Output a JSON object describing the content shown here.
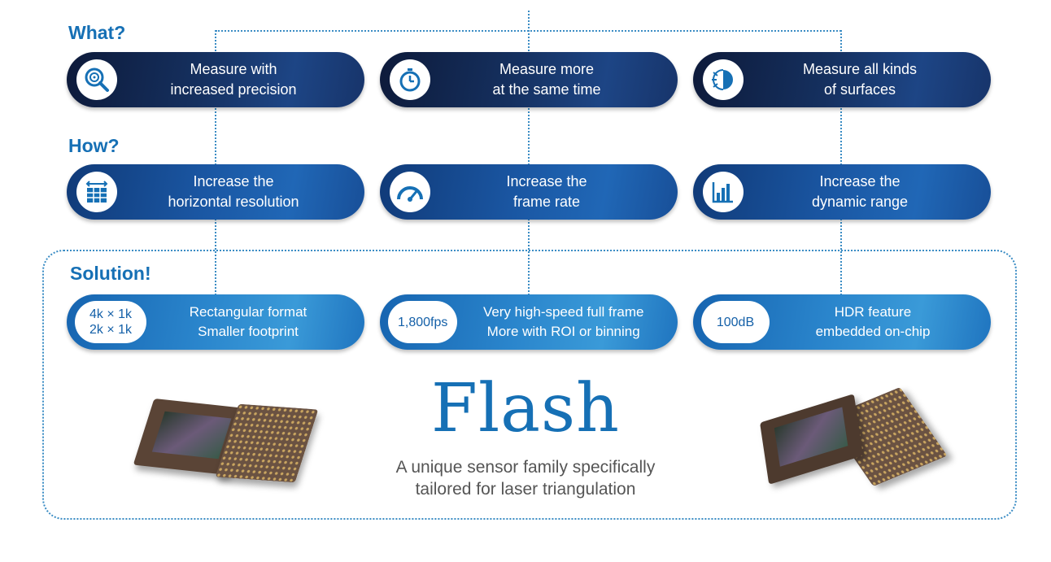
{
  "headings": {
    "what": "What?",
    "how": "How?",
    "solution": "Solution!"
  },
  "what": [
    {
      "icon": "magnifier-target-icon",
      "line1": "Measure with",
      "line2": "increased precision"
    },
    {
      "icon": "stopwatch-icon",
      "line1": "Measure more",
      "line2": "at the same time"
    },
    {
      "icon": "surface-light-icon",
      "line1": "Measure all kinds",
      "line2": "of surfaces"
    }
  ],
  "how": [
    {
      "icon": "wide-grid-icon",
      "line1": "Increase the",
      "line2": "horizontal resolution"
    },
    {
      "icon": "speedometer-icon",
      "line1": "Increase the",
      "line2": "frame rate"
    },
    {
      "icon": "bar-chart-icon",
      "line1": "Increase the",
      "line2": "dynamic range"
    }
  ],
  "solution": [
    {
      "badge1": "4k × 1k",
      "badge2": "2k × 1k",
      "line1": "Rectangular format",
      "line2": "Smaller footprint"
    },
    {
      "badge1": "1,800fps",
      "line1": "Very high-speed full frame",
      "line2": "More with ROI or binning"
    },
    {
      "badge1": "100dB",
      "line1": "HDR feature",
      "line2": "embedded on-chip"
    }
  ],
  "product": {
    "name": "Flash",
    "tagline1": "A unique sensor family specifically",
    "tagline2": "tailored for laser triangulation"
  },
  "colors": {
    "accent": "#1670b5",
    "dark": "#0d1a3a"
  }
}
